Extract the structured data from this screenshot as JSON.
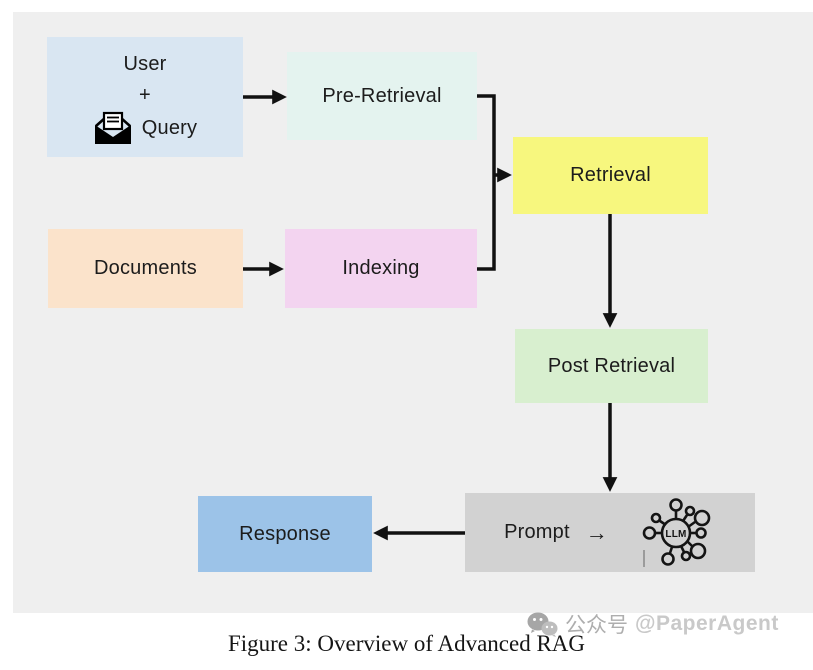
{
  "figure": {
    "caption": "Figure 3: Overview of Advanced RAG"
  },
  "colors": {
    "page_bg": "#ffffff",
    "panel_bg": "#efefef",
    "arrow": "#111111",
    "text": "#1c1c1c"
  },
  "diagram": {
    "nodes": {
      "user_query": {
        "line1": "User",
        "line2": "+",
        "line3": "Query",
        "bg": "#d9e6f2",
        "icon": "open-envelope-icon"
      },
      "pre_retrieval": {
        "label": "Pre-Retrieval",
        "bg": "#e4f3ef"
      },
      "retrieval": {
        "label": "Retrieval",
        "bg": "#f7f77e"
      },
      "documents": {
        "label": "Documents",
        "bg": "#fbe3cb"
      },
      "indexing": {
        "label": "Indexing",
        "bg": "#f3d4f0"
      },
      "post_retrieval": {
        "label": "Post Retrieval",
        "bg": "#d8efcf"
      },
      "response": {
        "label": "Response",
        "bg": "#9cc3e8"
      },
      "prompt": {
        "label": "Prompt",
        "arrow_glyph": "→",
        "llm_label": "LLM",
        "bg": "#d2d2d2",
        "icon": "llm-network-icon"
      }
    },
    "edges": [
      {
        "from": "user_query",
        "to": "pre_retrieval"
      },
      {
        "from": "pre_retrieval",
        "to": "retrieval"
      },
      {
        "from": "documents",
        "to": "indexing"
      },
      {
        "from": "indexing",
        "to": "retrieval"
      },
      {
        "from": "retrieval",
        "to": "post_retrieval"
      },
      {
        "from": "post_retrieval",
        "to": "prompt"
      },
      {
        "from": "prompt",
        "to": "response"
      }
    ]
  },
  "watermark": {
    "icon": "wechat-icon",
    "text": "公众号",
    "handle": "@PaperAgent"
  }
}
